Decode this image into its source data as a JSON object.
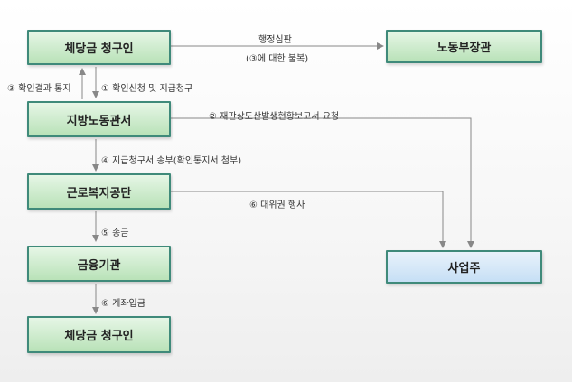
{
  "nodes": {
    "claimant_top": "체당금 청구인",
    "ministry": "노동부장관",
    "labor_office": "지방노동관서",
    "welfare_corp": "근로복지공단",
    "bank": "금융기관",
    "claimant_bottom": "체당금 청구인",
    "employer": "사업주"
  },
  "edges": {
    "appeal_title": "행정심판",
    "appeal_note": "(③에 대한 불복)",
    "confirm_result": "③ 확인결과 통지",
    "apply_confirm": "① 확인신청 및 지급청구",
    "report_request": "② 재판상도산발생현황보고서 요청",
    "send_claim": "④ 지급청구서 송부(확인통지서 첨부)",
    "subrogation": "⑥ 대위권 행사",
    "remit": "⑤ 송금",
    "deposit": "⑥  계좌입금"
  },
  "colors": {
    "line": "#888888",
    "box_border": "#3f8a7a",
    "green_fill": "#c6e8c5",
    "blue_fill": "#cfe4f7"
  }
}
